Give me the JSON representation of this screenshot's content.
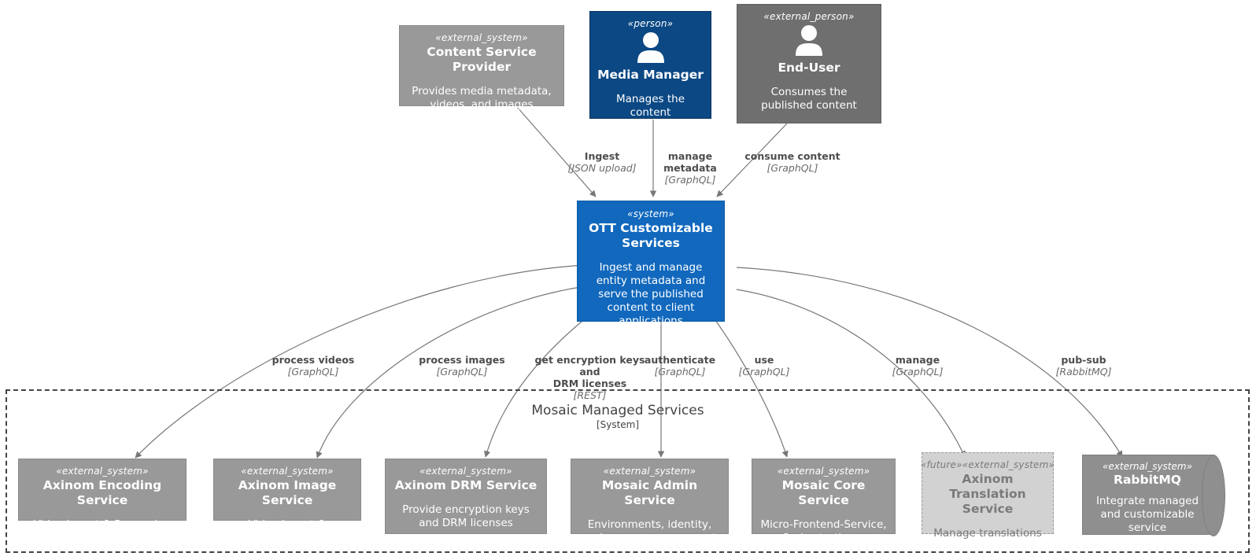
{
  "diagram": {
    "type": "c4-system-context",
    "background": "#ffffff"
  },
  "colors": {
    "system": "#1168bd",
    "person": "#0b4884",
    "external_person": "#6f6f6f",
    "external_system": "#999999",
    "future": "#d2d2d2",
    "queue": "#8f8f8f",
    "edge": "#777777",
    "boundary": "#444444"
  },
  "nodes": {
    "content_service_provider": {
      "stereotype": "«external_system»",
      "title": "Content Service Provider",
      "description": "Provides media metadata, videos, and images"
    },
    "media_manager": {
      "stereotype": "«person»",
      "title": "Media Manager",
      "description": "Manages the content"
    },
    "end_user": {
      "stereotype": "«external_person»",
      "title": "End-User",
      "description": "Consumes the published content"
    },
    "ott_system": {
      "stereotype": "«system»",
      "title": "OTT Customizable Services",
      "description": "Ingest and manage entity metadata and serve the published content to client applications"
    },
    "axinom_encoding": {
      "stereotype": "«external_system»",
      "title": "Axinom Encoding Service",
      "description": "Video Ingest & Processing"
    },
    "axinom_image": {
      "stereotype": "«external_system»",
      "title": "Axinom Image Service",
      "description": "Video Ingest & Processing"
    },
    "axinom_drm": {
      "stereotype": "«external_system»",
      "title": "Axinom DRM Service",
      "description": "Provide encryption keys and DRM licenses"
    },
    "mosaic_admin": {
      "stereotype": "«external_system»",
      "title": "Mosaic Admin Service",
      "description": "Environments, identity, and access management"
    },
    "mosaic_core": {
      "stereotype": "«external_system»",
      "title": "Mosaic Core Service",
      "description": "Micro-Frontend-Service, Orchestration…"
    },
    "axinom_translation": {
      "stereotype": "«future»«external_system»",
      "title": "Axinom Translation Service",
      "description": "Manage translations"
    },
    "rabbitmq": {
      "stereotype": "«external_system»",
      "title": "RabbitMQ",
      "description": "Integrate managed and customizable service communication"
    }
  },
  "boundary": {
    "title": "Mosaic Managed Services",
    "type_label": "[System]"
  },
  "edges": [
    {
      "id": "ingest",
      "from": "content_service_provider",
      "to": "ott_system",
      "label": "Ingest",
      "technology": "[JSON upload]"
    },
    {
      "id": "manage-metadata",
      "from": "media_manager",
      "to": "ott_system",
      "label": "manage metadata",
      "technology": "[GraphQL]"
    },
    {
      "id": "consume-content",
      "from": "end_user",
      "to": "ott_system",
      "label": "consume content",
      "technology": "[GraphQL]"
    },
    {
      "id": "process-videos",
      "from": "ott_system",
      "to": "axinom_encoding",
      "label": "process videos",
      "technology": "[GraphQL]"
    },
    {
      "id": "process-images",
      "from": "ott_system",
      "to": "axinom_image",
      "label": "process images",
      "technology": "[GraphQL]"
    },
    {
      "id": "get-keys",
      "from": "ott_system",
      "to": "axinom_drm",
      "label": "get encryption keys and\nDRM licenses",
      "technology": "[REST]"
    },
    {
      "id": "authenticate",
      "from": "ott_system",
      "to": "mosaic_admin",
      "label": "authenticate",
      "technology": "[GraphQL]"
    },
    {
      "id": "use",
      "from": "ott_system",
      "to": "mosaic_core",
      "label": "use",
      "technology": "[GraphQL]"
    },
    {
      "id": "manage",
      "from": "ott_system",
      "to": "axinom_translation",
      "label": "manage",
      "technology": "[GraphQL]"
    },
    {
      "id": "pub-sub",
      "from": "ott_system",
      "to": "rabbitmq",
      "label": "pub-sub",
      "technology": "[RabbitMQ]"
    }
  ]
}
